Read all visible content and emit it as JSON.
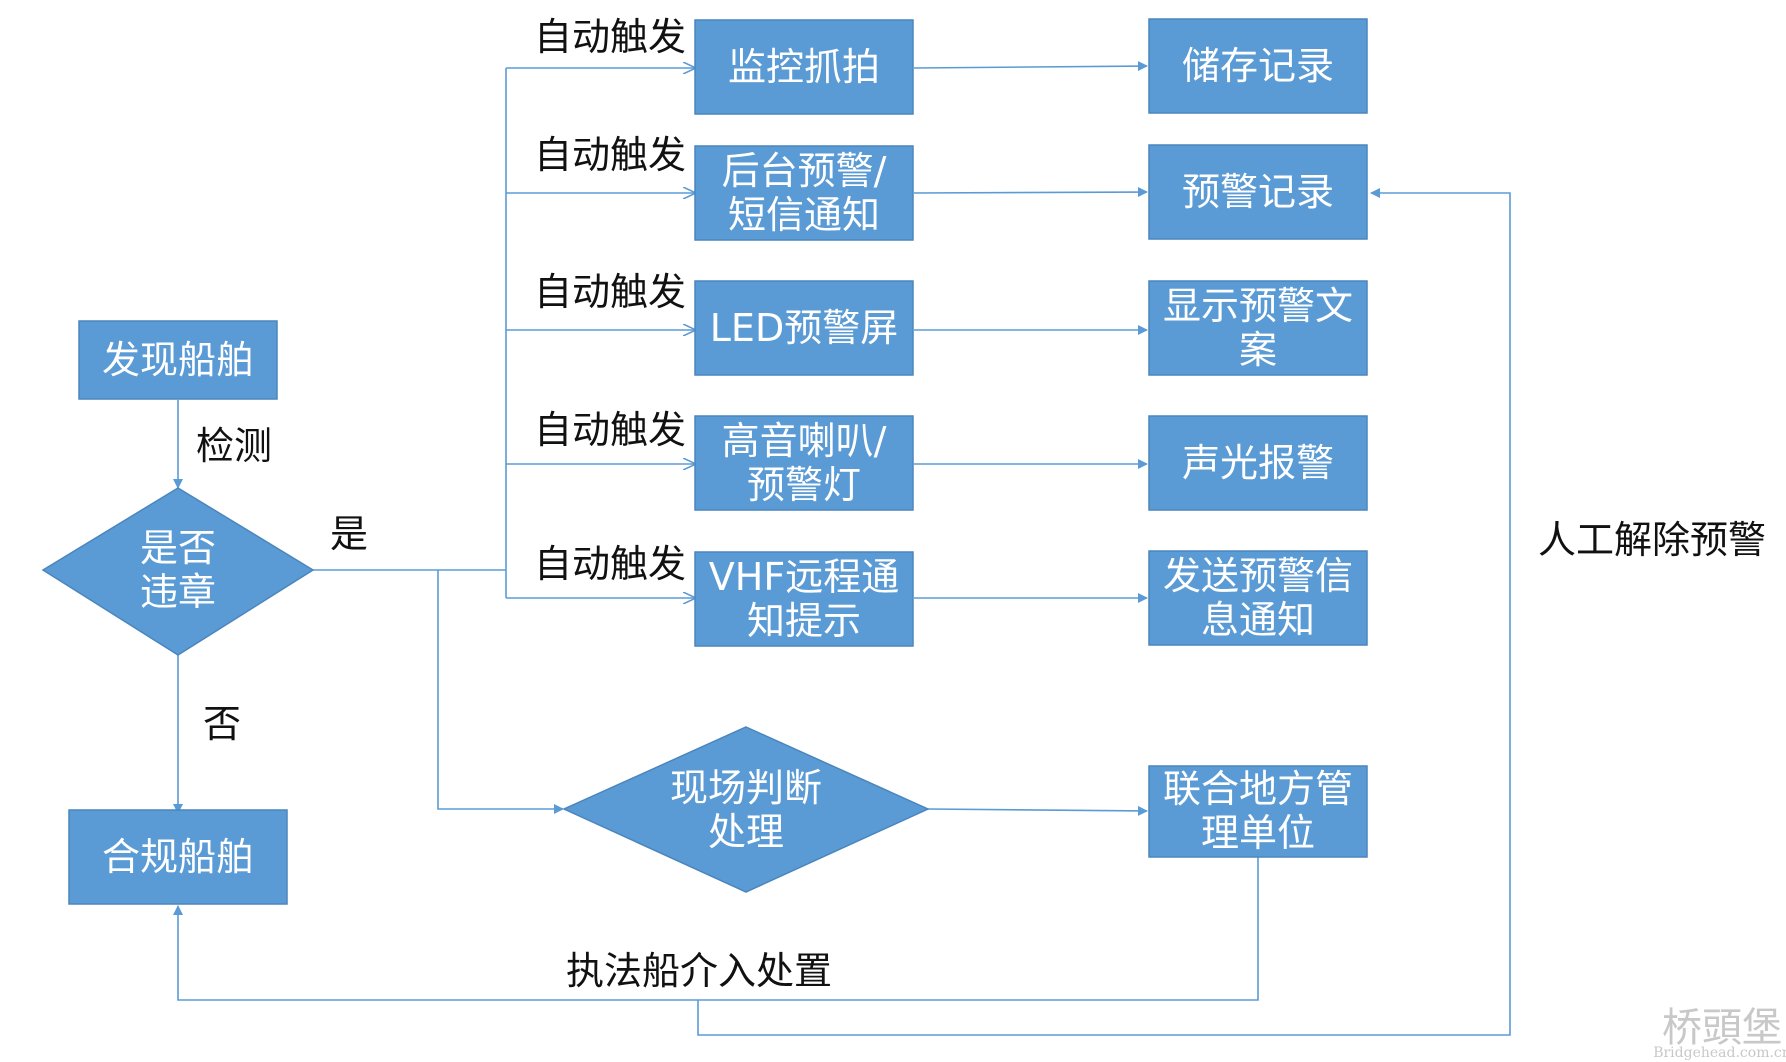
{
  "colors": {
    "node": "#5b9bd5",
    "line": "#5b9bd5",
    "node_text": "#ffffff",
    "label_text": "#111111"
  },
  "nodes": {
    "find_ship": "发现船舶",
    "violation_check": [
      "是否",
      "违章"
    ],
    "compliant_ship": "合规船舶",
    "monitor_capture": "监控抓拍",
    "backend_alert": [
      "后台预警/",
      "短信通知"
    ],
    "led_screen": "LED预警屏",
    "speaker_light": [
      "高音喇叭/",
      "预警灯"
    ],
    "vhf_notice": [
      "VHF远程通",
      "知提示"
    ],
    "onsite_judgement": [
      "现场判断",
      "处理"
    ],
    "store_record": "储存记录",
    "alert_record": "预警记录",
    "show_alert_text": [
      "显示预警文",
      "案"
    ],
    "sound_light_alarm": "声光报警",
    "send_alert_info": [
      "发送预警信",
      "息通知"
    ],
    "joint_management": [
      "联合地方管",
      "理单位"
    ]
  },
  "labels": {
    "detect": "检测",
    "yes": "是",
    "no": "否",
    "auto_trigger_1": "自动触发",
    "auto_trigger_2": "自动触发",
    "auto_trigger_3": "自动触发",
    "auto_trigger_4": "自动触发",
    "auto_trigger_5": "自动触发",
    "manual_release": "人工解除预警",
    "enforcement_ship": "执法船介入处置"
  },
  "watermark": {
    "logo": "桥頭堡",
    "url": "Bridgehead.com.cn"
  }
}
